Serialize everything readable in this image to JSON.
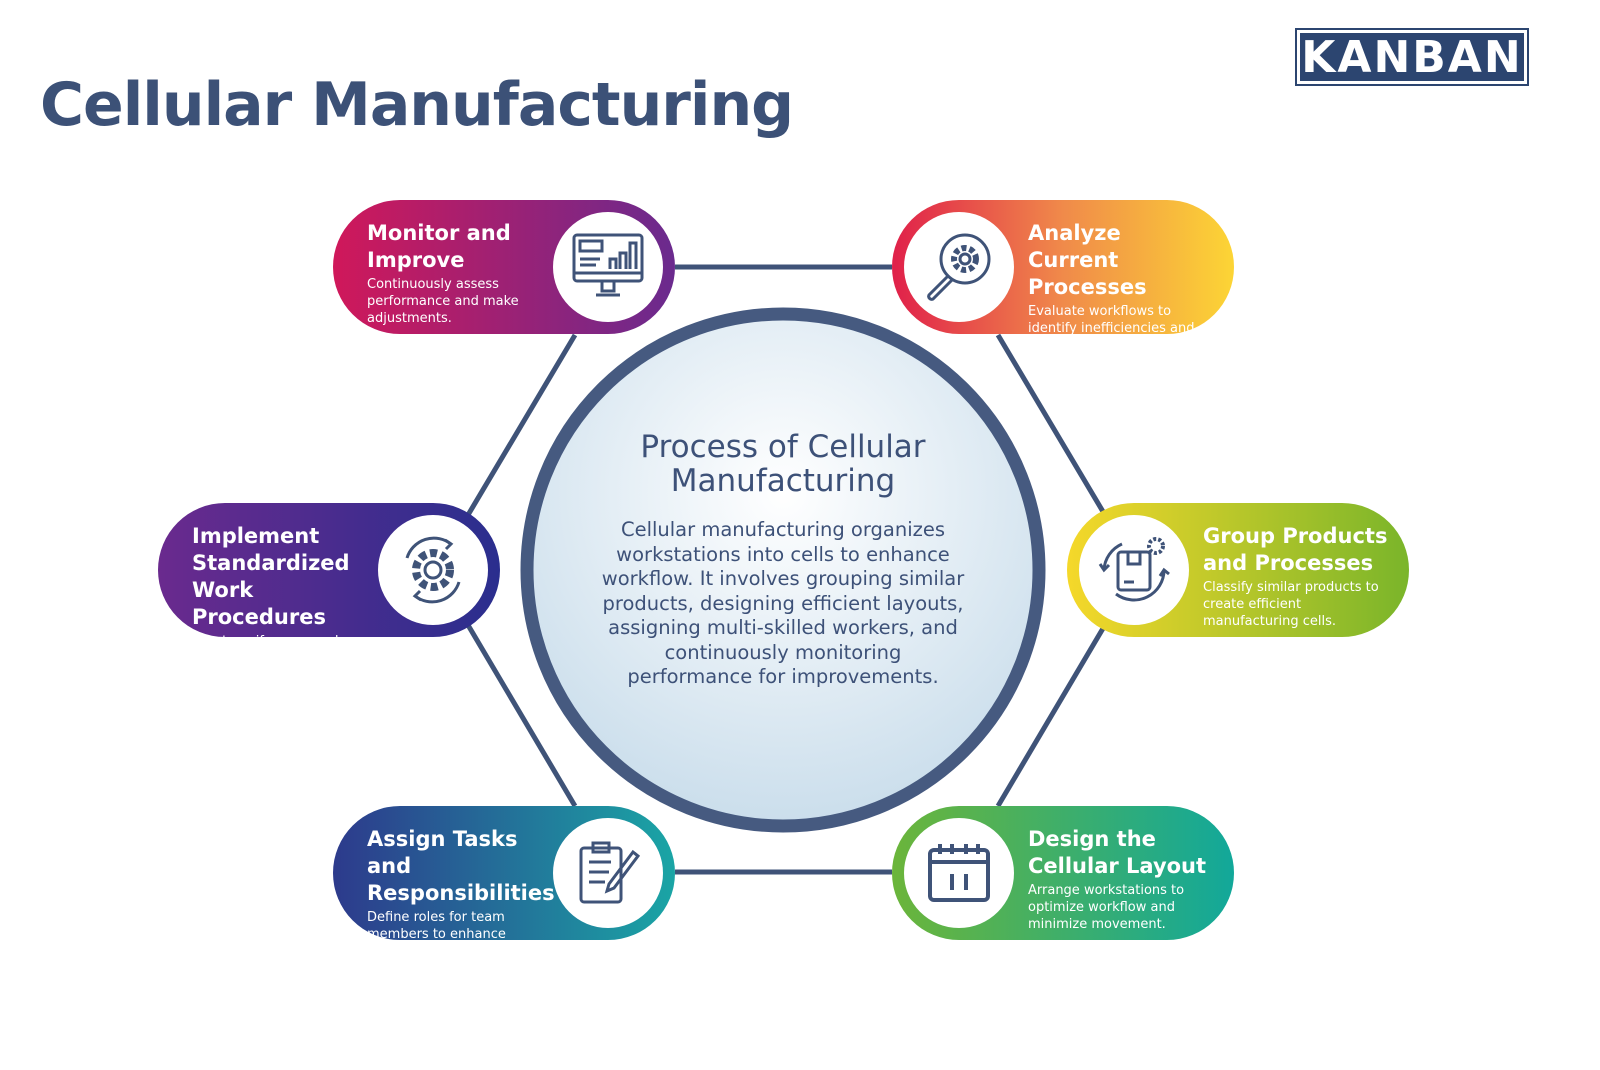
{
  "title": "Cellular Manufacturing",
  "logo": "KANBAN",
  "center": {
    "heading": "Process of Cellular Manufacturing",
    "body": "Cellular manufacturing organizes workstations into cells to enhance workflow. It involves grouping similar products, designing efficient layouts, assigning multi-skilled workers, and continuously monitoring performance for improvements."
  },
  "steps": [
    {
      "title": "Analyze Current Processes",
      "desc": "Evaluate workflows to identify inefficiencies and bottlenecks.",
      "icon": "magnifier-gear-icon",
      "colors": [
        "#e0204a",
        "#f08a4a",
        "#fcd535"
      ]
    },
    {
      "title": "Group Products and Processes",
      "desc": "Classify similar products to create efficient manufacturing cells.",
      "icon": "box-cycle-icon",
      "colors": [
        "#f5d82a",
        "#7ab52a"
      ]
    },
    {
      "title": "Design the Cellular Layout",
      "desc": "Arrange workstations to optimize workflow and minimize movement.",
      "icon": "calendar-layout-icon",
      "colors": [
        "#6bb53a",
        "#12a89a"
      ]
    },
    {
      "title": "Assign Tasks and Responsibilities",
      "desc": "Define roles for team members to enhance flexibility and efficiency.",
      "icon": "clipboard-pen-icon",
      "colors": [
        "#2d3a8c",
        "#1aa5a5"
      ]
    },
    {
      "title": "Implement Standardized Work Procedures",
      "desc": "Create uniform procedures for consistency.",
      "icon": "gear-cycle-icon",
      "colors": [
        "#6a2a8e",
        "#2a2e8e"
      ]
    },
    {
      "title": "Monitor and Improve",
      "desc": "Continuously assess performance and make adjustments.",
      "icon": "monitor-chart-icon",
      "colors": [
        "#d0185a",
        "#6a2a8e"
      ]
    }
  ]
}
